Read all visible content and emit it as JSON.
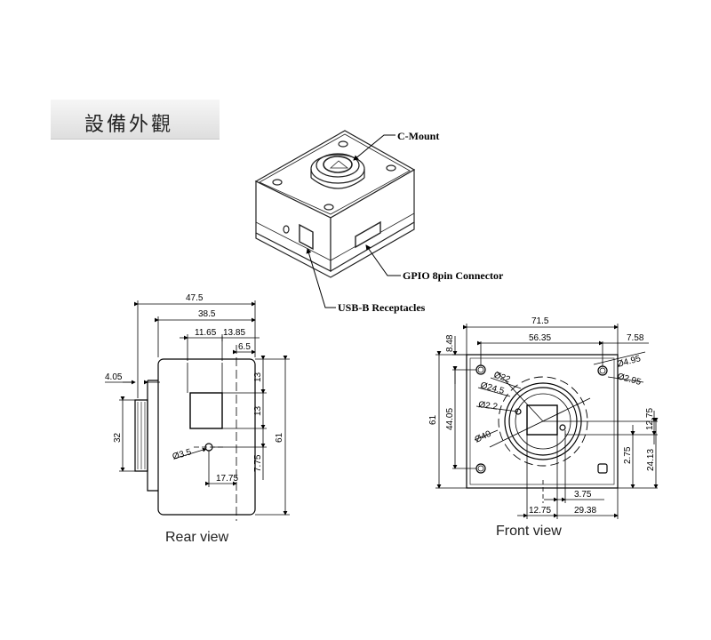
{
  "header": {
    "title": "設備外觀"
  },
  "callouts": {
    "c_mount": "C-Mount",
    "gpio": "GPIO 8pin Connector",
    "usb": "USB-B Receptacles"
  },
  "rear_view": {
    "caption": "Rear view",
    "dims": {
      "w47_5": "47.5",
      "w38_5": "38.5",
      "w11_65": "11.65",
      "w13_85": "13.85",
      "w6_5": "6.5",
      "w4_05": "4.05",
      "h32": "32",
      "h61": "61",
      "h13a": "13",
      "h13b": "13",
      "h7_75": "7.75",
      "w17_75": "17.75",
      "d3_5": "Ø3.5"
    }
  },
  "front_view": {
    "caption": "Front view",
    "dims": {
      "w71_5": "71.5",
      "w56_35": "56.35",
      "w7_58": "7.58",
      "h8_48": "8.48",
      "h61": "61",
      "h44_05": "44.05",
      "d4_95": "Ø4.95",
      "d2_95": "Ø2.95",
      "d22": "Ø22",
      "d24_5": "Ø24.5",
      "d2_2": "Ø2.2",
      "d40": "Ø40",
      "h12_75": "12.75",
      "h2_75": "2.75",
      "h24_13": "24.13",
      "w3_75": "3.75",
      "w12_75": "12.75",
      "w29_38": "29.38"
    }
  }
}
